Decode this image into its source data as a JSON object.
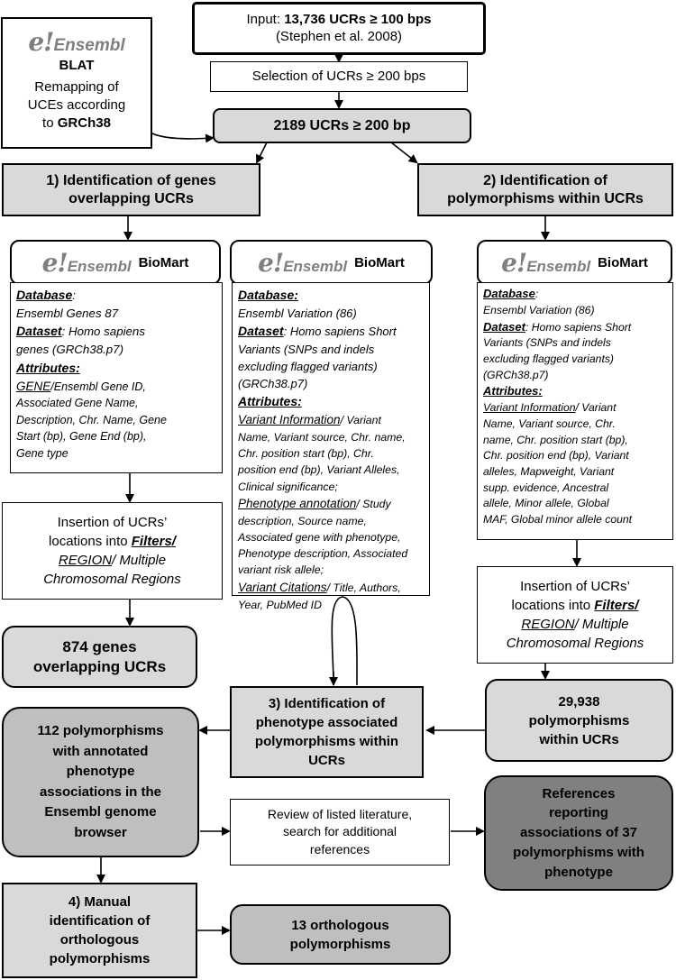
{
  "input": {
    "label": "Input: ",
    "count": "13,736 UCRs ≥ 100 bps",
    "citation": "(Stephen et al. 2008)"
  },
  "selection": "Selection of UCRs ≥ 200 bps",
  "ucrs": "2189 UCRs ≥ 200 bp",
  "blat_box": {
    "logo_e": "e!",
    "logo_word": "Ensembl",
    "title": "BLAT",
    "line1": "Remapping of",
    "line2": "UCEs according",
    "line3_prefix": "to ",
    "line3_bold": "GRCh38"
  },
  "step1": {
    "line1": "1) Identification of genes",
    "line2": "overlapping UCRs"
  },
  "step2": {
    "line1": "2) Identification of",
    "line2": "polymorphisms within UCRs"
  },
  "biomart": {
    "logo_e": "e!",
    "logo_word": "Ensembl",
    "label": "BioMart"
  },
  "db_left": {
    "db_label": "Database",
    "db_colon": ":",
    "db_value": "Ensembl Genes 87",
    "ds_label": "Dataset",
    "ds_value_1": ": Homo sapiens",
    "ds_value_2": "genes (GRCh38.p7)",
    "attr_label": "Attributes:",
    "gene_label": "GENE",
    "gene_rest": "/Ensembl Gene ID,",
    "l1": "Associated Gene Name,",
    "l2": "Description, Chr. Name, Gene",
    "l3": "Start (bp), Gene End (bp),",
    "l4": "Gene type"
  },
  "db_mid": {
    "db_label": "Database:",
    "db_value": "Ensembl Variation (86)",
    "ds_label": "Dataset",
    "ds_value_1": ": Homo sapiens Short",
    "ds_value_2": "Variants (SNPs and indels",
    "ds_value_3": "excluding flagged variants)",
    "ds_value_4": "(GRCh38.p7)",
    "attr_label": "Attributes:",
    "vi_label": "Variant Information",
    "vi_rest": "/ Variant",
    "vi1": "Name, Variant source, Chr. name,",
    "vi2": "Chr. position start (bp), Chr.",
    "vi3": "position end (bp), Variant Alleles,",
    "vi4": "Clinical significance;",
    "pa_label": "Phenotype annotation",
    "pa_rest": "/ Study",
    "pa1": "description, Source name,",
    "pa2": "Associated gene with phenotype,",
    "pa3": "Phenotype description, Associated",
    "pa4": "variant risk allele;",
    "vc_label": "Variant Citations",
    "vc_rest": "/ Title, Authors,",
    "vc1": "Year, PubMed ID"
  },
  "db_right": {
    "db_label": "Database",
    "db_colon": ":",
    "db_value": "Ensembl Variation (86)",
    "ds_label": "Dataset",
    "ds_value_1": ": Homo sapiens Short",
    "ds_value_2": "Variants (SNPs and indels",
    "ds_value_3": "excluding flagged variants)",
    "ds_value_4": "(GRCh38.p7)",
    "attr_label": "Attributes:",
    "vi_label": "Variant Information",
    "vi_rest": "/ Variant",
    "l1": "Name, Variant source, Chr.",
    "l2": "name, Chr. position start (bp),",
    "l3": "Chr. position end (bp), Variant",
    "l4": "alleles, Mapweight, Variant",
    "l5": "supp. evidence, Ancestral",
    "l6": "allele, Minor allele, Global",
    "l7": "MAF, Global minor allele count"
  },
  "insertion": {
    "line1": "Insertion of UCRs’",
    "line2_prefix": "locations into ",
    "filters": "Filters",
    "slash": "/",
    "region": "REGION",
    "line3_rest": "/ Multiple",
    "line4": "Chromosomal Regions"
  },
  "genes874": {
    "line1": "874 genes",
    "line2": "overlapping UCRs"
  },
  "poly29938": {
    "line1": "29,938",
    "line2": "polymorphisms",
    "line3": "within UCRs"
  },
  "step3": {
    "line1": "3) Identification of",
    "line2": "phenotype associated",
    "line3": "polymorphisms within",
    "line4": "UCRs"
  },
  "poly112": {
    "line1": "112 polymorphisms",
    "line2": "with annotated",
    "line3": "phenotype",
    "line4": "associations in the",
    "line5": "Ensembl genome",
    "line6": "browser"
  },
  "review": {
    "line1": "Review of listed literature,",
    "line2": "search for additional",
    "line3": "references"
  },
  "references": {
    "line1": "References",
    "line2": "reporting",
    "line3": "associations of 37",
    "line4": "polymorphisms with",
    "line5": "phenotype"
  },
  "step4": {
    "line1": "4) Manual",
    "line2": "identification of",
    "line3": "orthologous",
    "line4": "polymorphisms"
  },
  "ortho13": {
    "line1": "13 orthologous",
    "line2": "polymorphisms"
  },
  "colors": {
    "light_grey": "#d9d9d9",
    "mid_grey": "#bfbfbf",
    "dark_grey": "#808080",
    "logo_grey": "#7f7f7f"
  }
}
